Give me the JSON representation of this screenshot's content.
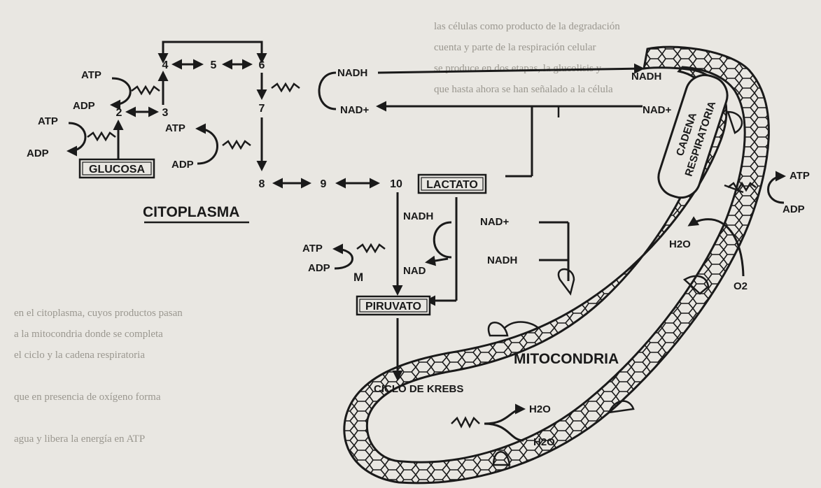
{
  "colors": {
    "ink": "#1a1a1a",
    "paper": "#e9e7e2",
    "bleed": "#9a978f"
  },
  "labels": {
    "citoplasma": "CITOPLASMA",
    "mitocondria": "MITOCONDRIA",
    "cadena": "CADENA",
    "respiratoria": "RESPIRATORIA",
    "m": "M"
  },
  "boxes": {
    "glucosa": "GLUCOSA",
    "lactato": "LACTATO",
    "piruvato": "PIRUVATO"
  },
  "pathway": {
    "n2": "2",
    "n3": "3",
    "n4": "4",
    "n5": "5",
    "n6": "6",
    "n7": "7",
    "n8": "8",
    "n9": "9",
    "n10": "10",
    "ciclo": "CICLO DE KREBS"
  },
  "cofactors": {
    "atp": "ATP",
    "adp": "ADP",
    "nadh": "NADH",
    "nad_plus": "NAD+",
    "nad": "NAD",
    "h2o": "H2O",
    "o2": "O2"
  },
  "bleed_text": [
    "las células como producto de la degradación",
    "cuenta y parte de la respiración celular",
    "se produce en dos etapas, la glucolisis y",
    "que hasta ahora se han señalado a la célula",
    "en el citoplasma, cuyos productos pasan",
    "a la mitocondria donde se completa",
    "el ciclo y la cadena respiratoria",
    "que en presencia de oxígeno forma",
    "agua y libera la energía en ATP"
  ]
}
